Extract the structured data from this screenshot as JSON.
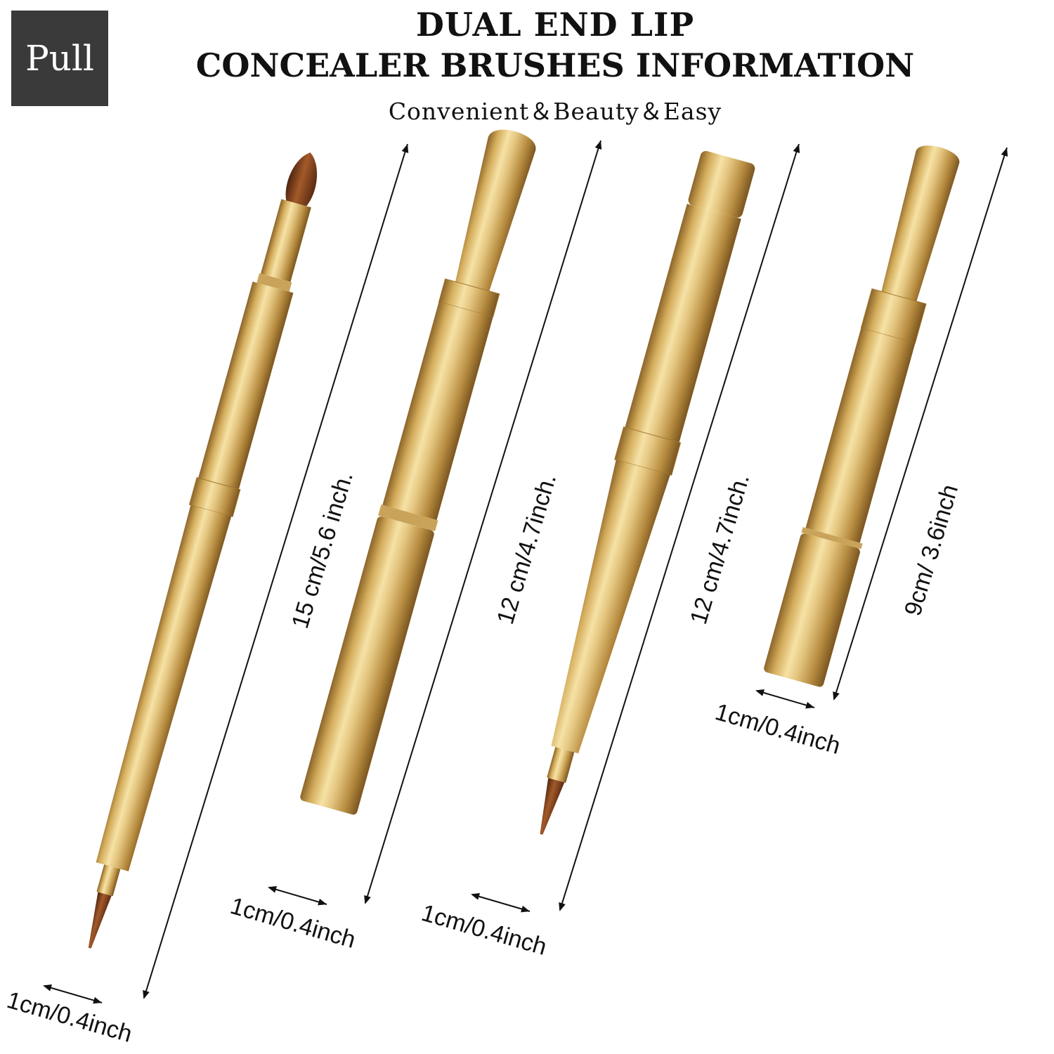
{
  "badge": {
    "label": "Pull"
  },
  "header": {
    "line1": "DUAL END LIP",
    "line2": "CONCEALER BRUSHES INFORMATION",
    "tagline": "Convenient＆Beauty＆Easy"
  },
  "brushes": [
    {
      "length_label": "15 cm/5.6 inch.",
      "width_label": "1cm/0.4inch"
    },
    {
      "length_label": "12 cm/4.7inch.",
      "width_label": "1cm/0.4inch"
    },
    {
      "length_label": "12 cm/4.7inch.",
      "width_label": "1cm/0.4inch"
    },
    {
      "length_label": "9cm/ 3.6inch",
      "width_label": "1cm/0.4inch"
    }
  ],
  "colors": {
    "gold_light": "#f6e2a6",
    "gold_mid": "#d4ad5c",
    "gold_dark": "#8c6428",
    "bristle": "#7a3a18",
    "badge": "#3a3a3a"
  }
}
